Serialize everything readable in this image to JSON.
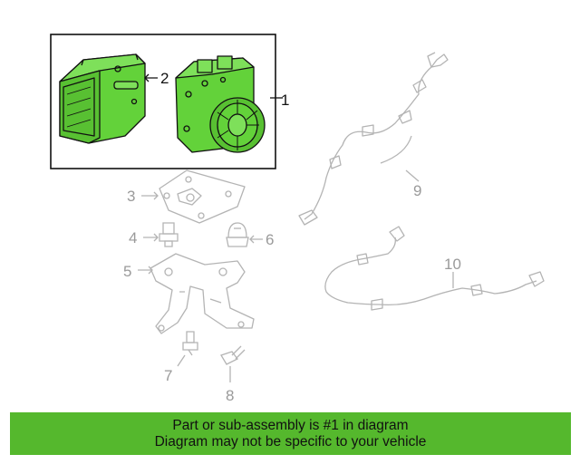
{
  "callouts": {
    "c1": "1",
    "c2": "2",
    "c3": "3",
    "c4": "4",
    "c5": "5",
    "c6": "6",
    "c7": "7",
    "c8": "8",
    "c9": "9",
    "c10": "10"
  },
  "banner": {
    "line1": "Part or sub-assembly is #1 in diagram",
    "line2": "Diagram may not be specific to your vehicle"
  },
  "colors": {
    "highlight": "#63d23a",
    "banner_bg": "#55b82d",
    "outline_dark": "#111111",
    "outline_light": "#b4b4b4"
  }
}
